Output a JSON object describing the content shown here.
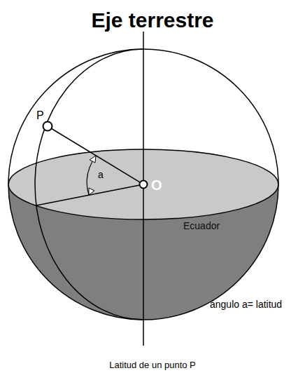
{
  "diagram": {
    "title": "Eje terrestre",
    "caption": "Latitud de un punto P",
    "labels": [
      "P",
      "a",
      "O",
      "Ecuador",
      "ángulo a= latitud"
    ]
  }
}
